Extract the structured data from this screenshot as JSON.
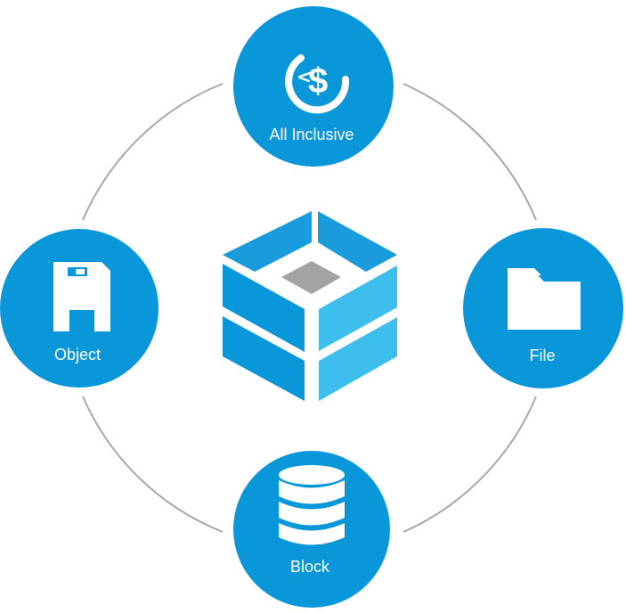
{
  "colors": {
    "primary": "#0a97d9",
    "light_blue": "#3dbeed",
    "mid_blue": "#1a9bdb",
    "center_gray": "#a3a3a3",
    "ring": "#a8a8a8",
    "icon": "#ffffff"
  },
  "center": {
    "icon": "storage-cube-logo"
  },
  "nodes": {
    "top": {
      "label": "All Inclusive",
      "icon": "dollar-cycle-icon"
    },
    "left": {
      "label": "Object",
      "icon": "floppy-disk-icon"
    },
    "right": {
      "label": "File",
      "icon": "folder-icon"
    },
    "bottom": {
      "label": "Block",
      "icon": "database-icon"
    }
  }
}
